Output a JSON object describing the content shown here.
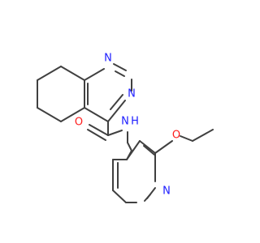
{
  "colors": {
    "bond": "#404040",
    "nitrogen": "#1d1dff",
    "oxygen": "#ff1d1d",
    "background": "#ffffff"
  },
  "atom_labels": {
    "n_ring_top": "N",
    "n_ring_bottom": "N",
    "o_carbonyl": "O",
    "n_amide": "N",
    "h_amide": "H",
    "o_ether": "O",
    "n_pyridine": "N"
  }
}
